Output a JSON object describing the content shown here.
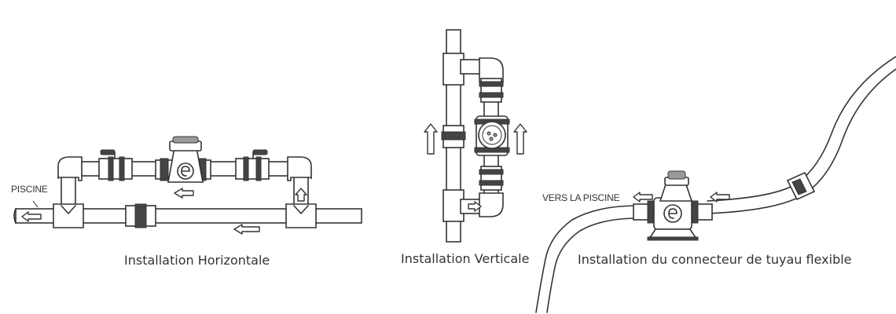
{
  "captions": {
    "horizontal": "Installation Horizontale",
    "vertical": "Installation Verticale",
    "flexible": "Installation du connecteur de tuyau flexible"
  },
  "labels": {
    "piscine": "PISCINE",
    "vers_la_piscine": "VERS LA PISCINE"
  },
  "icons": {
    "controller_logo": "e-logo-icon",
    "flow_arrow": "flow-arrow-icon"
  },
  "colors": {
    "line": "#333333",
    "background": "#ffffff",
    "dark_part": "#444444"
  }
}
